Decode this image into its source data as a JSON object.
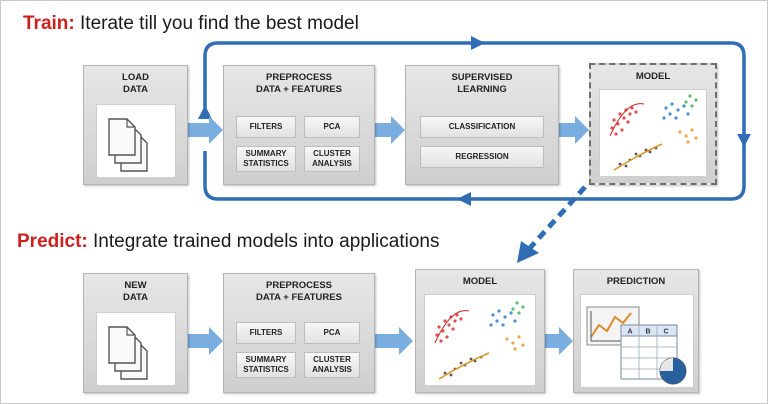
{
  "train": {
    "prefix": "Train:",
    "text": "Iterate till you find the best model"
  },
  "predict": {
    "prefix": "Predict:",
    "text": "Integrate trained models into applications"
  },
  "row1": {
    "load": {
      "line1": "LOAD",
      "line2": "DATA"
    },
    "preprocess": {
      "line1": "PREPROCESS",
      "line2": "DATA + FEATURES",
      "filters": "FILTERS",
      "pca": "PCA",
      "summary1": "SUMMARY",
      "summary2": "STATISTICS",
      "cluster1": "CLUSTER",
      "cluster2": "ANALYSIS"
    },
    "supervised": {
      "line1": "SUPERVISED",
      "line2": "LEARNING",
      "classification": "CLASSIFICATION",
      "regression": "REGRESSION"
    },
    "model": {
      "title": "MODEL"
    }
  },
  "row2": {
    "newdata": {
      "line1": "NEW",
      "line2": "DATA"
    },
    "preprocess": {
      "line1": "PREPROCESS",
      "line2": "DATA + FEATURES",
      "filters": "FILTERS",
      "pca": "PCA",
      "summary1": "SUMMARY",
      "summary2": "STATISTICS",
      "cluster1": "CLUSTER",
      "cluster2": "ANALYSIS"
    },
    "model": {
      "title": "MODEL"
    },
    "prediction": {
      "title": "PREDICTION",
      "table_headers": [
        "A",
        "B",
        "C"
      ]
    }
  },
  "colors": {
    "accent_red": "#cc1f1f",
    "loop_blue": "#2f6db5",
    "arrow_blue": "#7aaee0"
  },
  "icons": [
    "document-stack-icon",
    "scatter-model-icon",
    "prediction-chart-icon"
  ]
}
